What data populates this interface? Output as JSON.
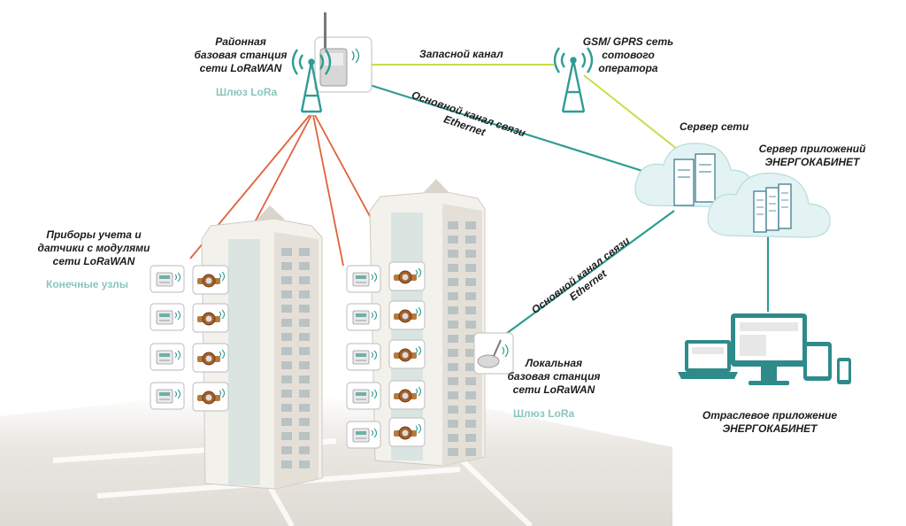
{
  "labels": {
    "district_station": [
      "Районная",
      "базовая станция",
      "сети LoRaWAN"
    ],
    "district_gateway": "Шлюз LoRa",
    "backup_channel": "Запасной канал",
    "gsm_network": [
      "GSM/ GPRS сеть",
      "сотового",
      "оператора"
    ],
    "main_channel_top": [
      "Основной канал связи",
      "Ethernet"
    ],
    "network_server": "Сервер сети",
    "app_server": [
      "Сервер приложений",
      "ЭНЕРГОКАБИНЕТ"
    ],
    "end_devices": [
      "Приборы учета и",
      "датчики с модулями",
      "сети LoRaWAN"
    ],
    "end_nodes": "Конечные узлы",
    "main_channel_bottom": [
      "Основной канал связи",
      "Ethernet"
    ],
    "local_station": [
      "Локальная",
      "базовая станция",
      "сети LoRaWAN"
    ],
    "local_gateway": "Шлюз LoRa",
    "industry_app": [
      "Отраслевое приложение",
      "ЭНЕРГОКАБИНЕТ"
    ]
  },
  "colors": {
    "lora_link": "#e0623a",
    "ethernet_link": "#2f9c94",
    "gsm_link": "#c9dc4a",
    "antenna": "#2f9c94",
    "cloud": "#e3f2f3",
    "label_text": "#1c1c1c",
    "gateway_text": "#8cc5bd"
  }
}
